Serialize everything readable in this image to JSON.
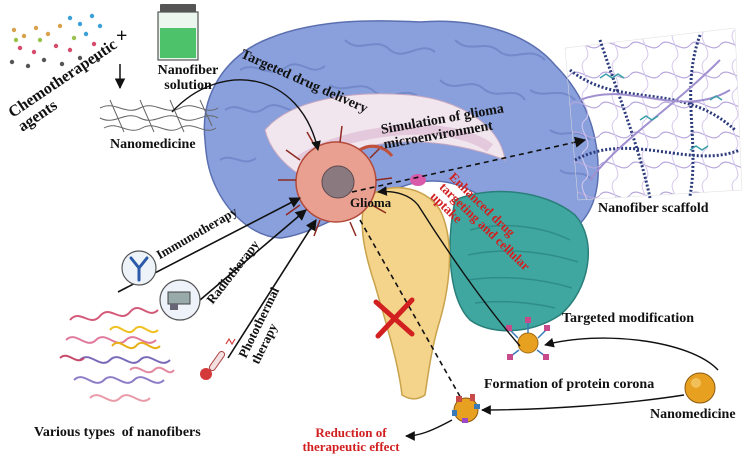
{
  "labels": {
    "chemo": "Chemotherapeutic agents",
    "plus": "+",
    "nanofiber_solution": "Nanofiber solution",
    "nanomedicine_top": "Nanomedicine",
    "targeted_drug_delivery": "Targeted drug delivery",
    "simulation": "Simulation of glioma microenvironment",
    "nanofiber_scaffold": "Nanofiber scaffold",
    "glioma": "Glioma",
    "enhanced": "Enhanced drug targeting and cellular uptake",
    "immunotherapy": "Immunotherapy",
    "radiotherapy": "Radiotherapy",
    "photothermal": "Photothermal therapy",
    "various": "Various types  of nanofibers",
    "targeted_modification": "Targeted modification",
    "protein_corona": "Formation of protein corona",
    "nanomedicine_right": "Nanomedicine",
    "reduction": "Reduction of therapeutic effect"
  },
  "colors": {
    "cortex": "#8aa0dc",
    "cortex_dark": "#6e85c8",
    "cerebellum": "#3fa6a0",
    "brainstem": "#f3d48a",
    "tumor": "#e9a090",
    "red_text": "#d22020",
    "nanofiber_solution": "#4ec26a"
  }
}
